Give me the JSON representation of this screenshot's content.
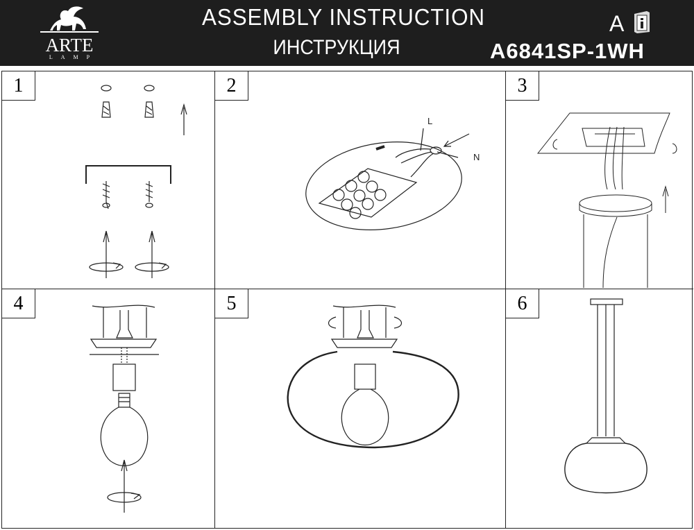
{
  "header": {
    "logo": {
      "brand": "ARTE",
      "sub": "LAMP"
    },
    "title": "ASSEMBLY INSTRUCTION",
    "subtitle": "ИНСТРУКЦИЯ",
    "language": "A",
    "info_icon": "info-book-icon",
    "model": "A6841SP-1WH"
  },
  "steps": [
    {
      "number": "1"
    },
    {
      "number": "2",
      "labels": {
        "live": "L",
        "neutral": "N"
      }
    },
    {
      "number": "3"
    },
    {
      "number": "4"
    },
    {
      "number": "5"
    },
    {
      "number": "6"
    }
  ]
}
